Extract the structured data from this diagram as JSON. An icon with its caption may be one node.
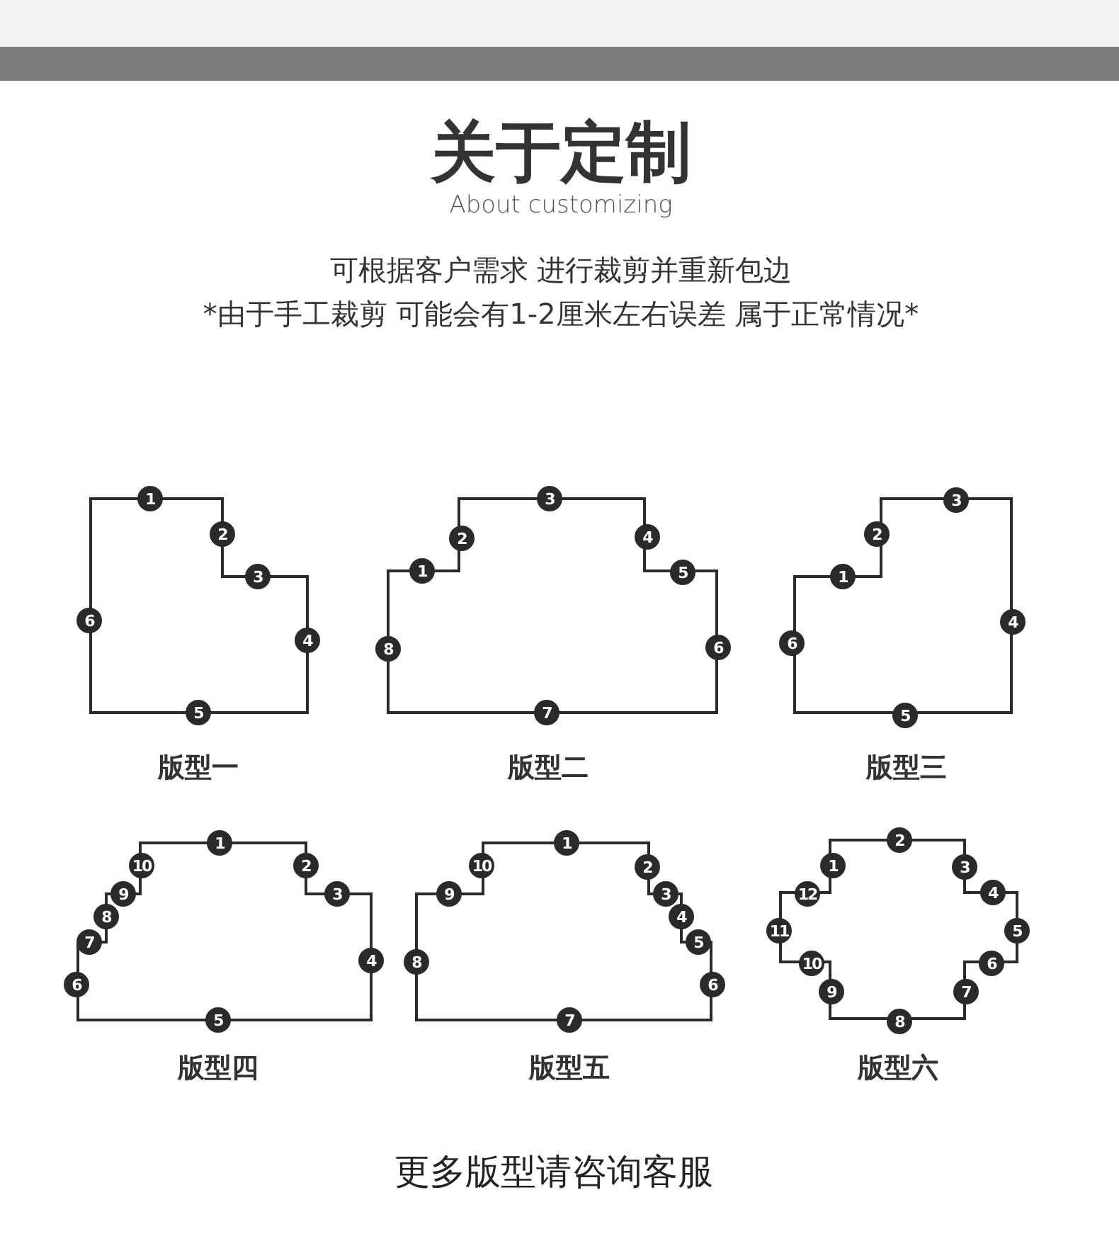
{
  "diagram": {
    "title": "关于定制",
    "labels": [
      "About customizing",
      "可根据客户需求 进行裁剪并重新包边",
      "*由于手工裁剪 可能会有1-2厘米左右误差 属于正常情况*",
      "1",
      "2",
      "3",
      "4",
      "5",
      "6",
      "版型一",
      "1",
      "2",
      "3",
      "4",
      "5",
      "6",
      "7",
      "8",
      "版型二",
      "1",
      "2",
      "3",
      "4",
      "5",
      "6",
      "版型三",
      "1",
      "2",
      "3",
      "4",
      "5",
      "6",
      "7",
      "8",
      "9",
      "10",
      "版型四",
      "1",
      "2",
      "3",
      "4",
      "5",
      "6",
      "7",
      "8",
      "9",
      "10",
      "版型五",
      "1",
      "2",
      "3",
      "4",
      "5",
      "6",
      "7",
      "8",
      "9",
      "10",
      "11",
      "12",
      "版型六",
      "更多版型请咨询客服"
    ]
  }
}
